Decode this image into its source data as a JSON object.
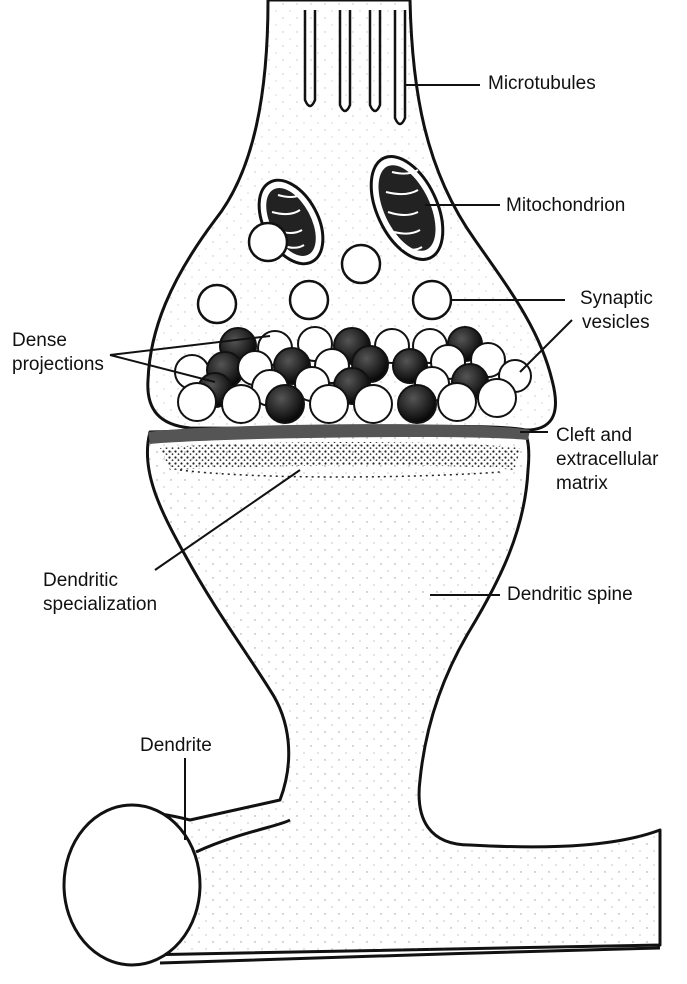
{
  "labels": {
    "microtubules": "Microtubules",
    "mitochondrion": "Mitochondrion",
    "synaptic_vesicles_1": "Synaptic",
    "synaptic_vesicles_2": "vesicles",
    "dense_projections_1": "Dense",
    "dense_projections_2": "projections",
    "cleft_1": "Cleft and",
    "cleft_2": "extracellular",
    "cleft_3": "matrix",
    "dendritic_specialization_1": "Dendritic",
    "dendritic_specialization_2": "specialization",
    "dendritic_spine": "Dendritic spine",
    "dendrite": "Dendrite"
  },
  "colors": {
    "ink": "#111111",
    "paper": "#ffffff"
  }
}
